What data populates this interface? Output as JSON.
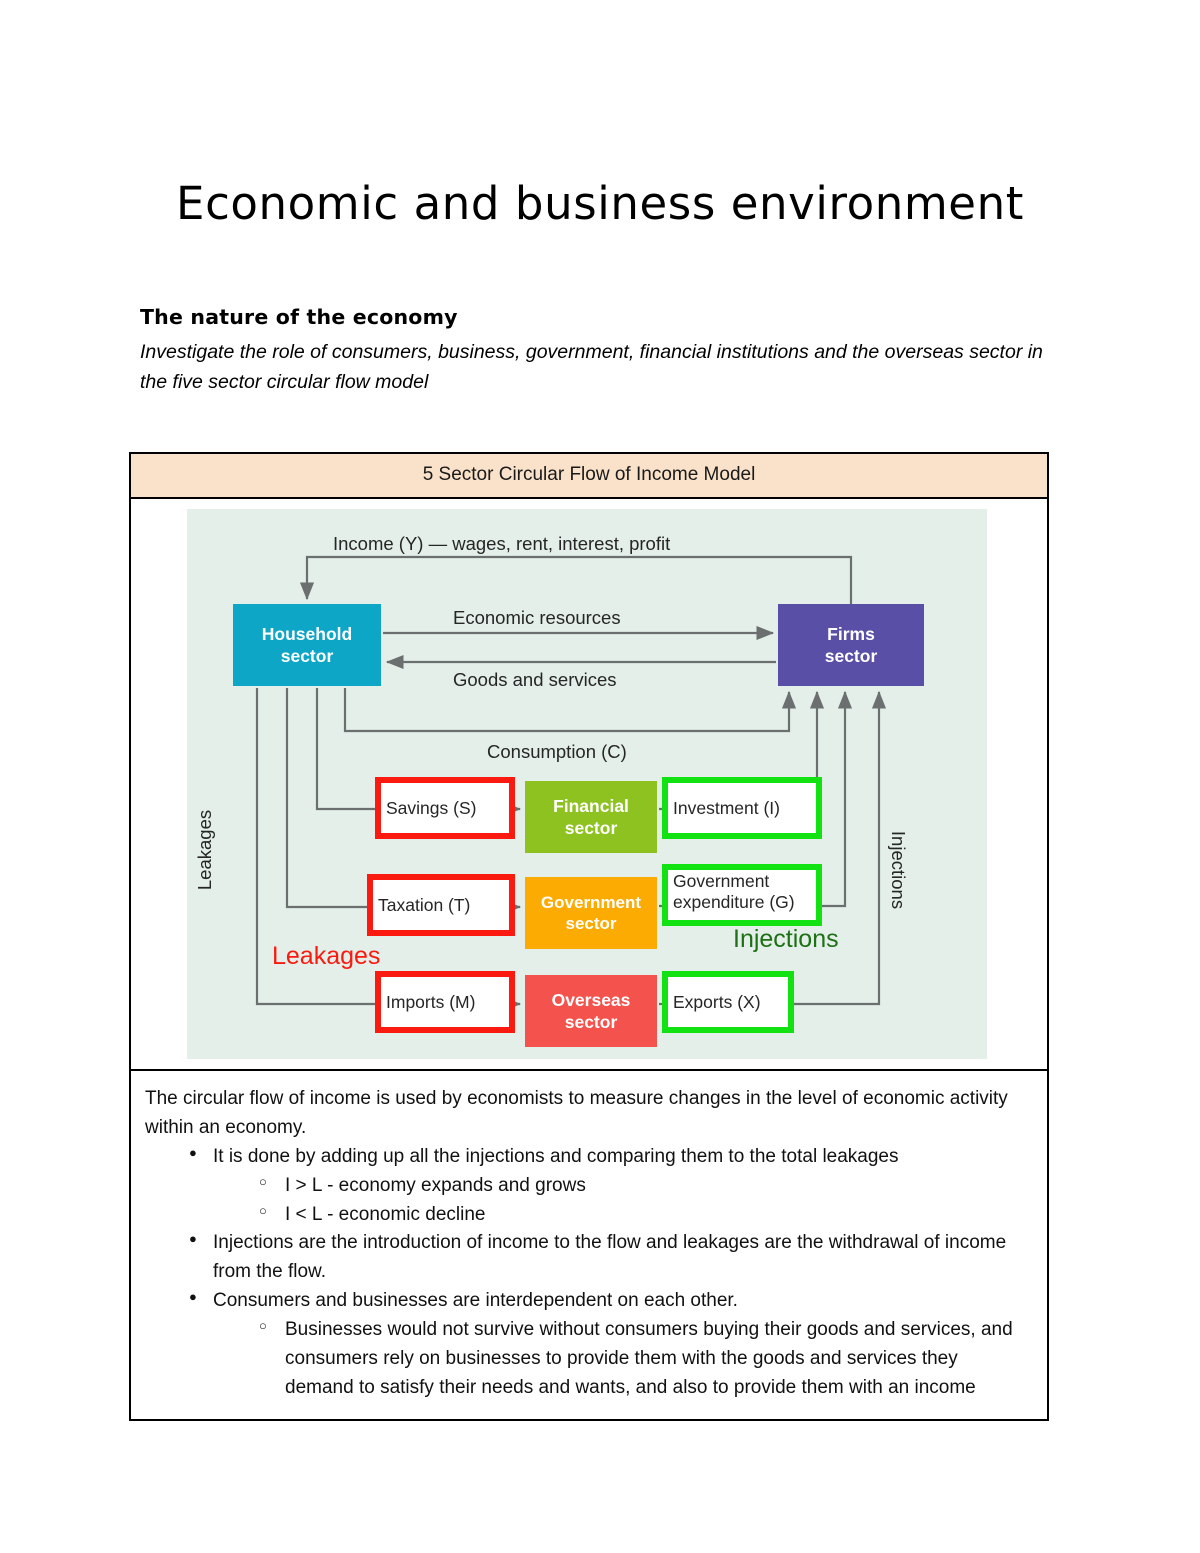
{
  "document": {
    "title": "Economic and business environment",
    "section_heading": "The nature of the economy",
    "section_subtitle": "Investigate the role of consumers, business, government, financial institutions and the overseas sector in the five sector circular flow model"
  },
  "diagram": {
    "caption": "5 Sector Circular Flow of Income Model",
    "sectors": {
      "household": {
        "line1": "Household",
        "line2": "sector",
        "color": "#0da6c6"
      },
      "firms": {
        "line1": "Firms",
        "line2": "sector",
        "color": "#5a4fa6"
      },
      "financial": {
        "line1": "Financial",
        "line2": "sector",
        "color": "#8dc220"
      },
      "government": {
        "line1": "Government",
        "line2": "sector",
        "color": "#fbab01"
      },
      "overseas": {
        "line1": "Overseas",
        "line2": "sector",
        "color": "#f4524c"
      }
    },
    "flows": {
      "income": "Income (Y) — wages, rent, interest, profit",
      "economic_resources": "Economic resources",
      "goods_and_services": "Goods and services",
      "consumption": "Consumption (C)"
    },
    "leakages": {
      "savings": "Savings (S)",
      "taxation": "Taxation (T)",
      "imports": "Imports (M)",
      "axis_label": "Leakages",
      "group_label": "Leakages",
      "highlight_color": "#fb1a10"
    },
    "injections": {
      "investment": "Investment (I)",
      "government_expenditure": "Government expenditure (G)",
      "exports": "Exports (X)",
      "axis_label": "Injections",
      "group_label": "Injections",
      "highlight_color": "#12e212",
      "group_label_color": "#1d7015"
    },
    "header_color": "#fae1c9",
    "background_color": "#e3efe8"
  },
  "notes": {
    "intro": "The circular flow of income is used by economists to measure changes in the level of economic activity within an economy.",
    "bullets": [
      {
        "text": "It is done by adding up all the injections and comparing them to the total leakages",
        "children": [
          "I > L - economy expands and grows",
          "I < L - economic decline"
        ]
      },
      {
        "text": "Injections are the introduction of income to the flow and leakages are the withdrawal of income from the flow.",
        "children": []
      },
      {
        "text": "Consumers and businesses are interdependent on each other.",
        "children": [
          "Businesses would not survive without consumers buying their goods and services, and consumers rely on businesses to provide them with the goods and services they demand to satisfy their needs and wants, and also to provide them with an income"
        ]
      }
    ]
  }
}
